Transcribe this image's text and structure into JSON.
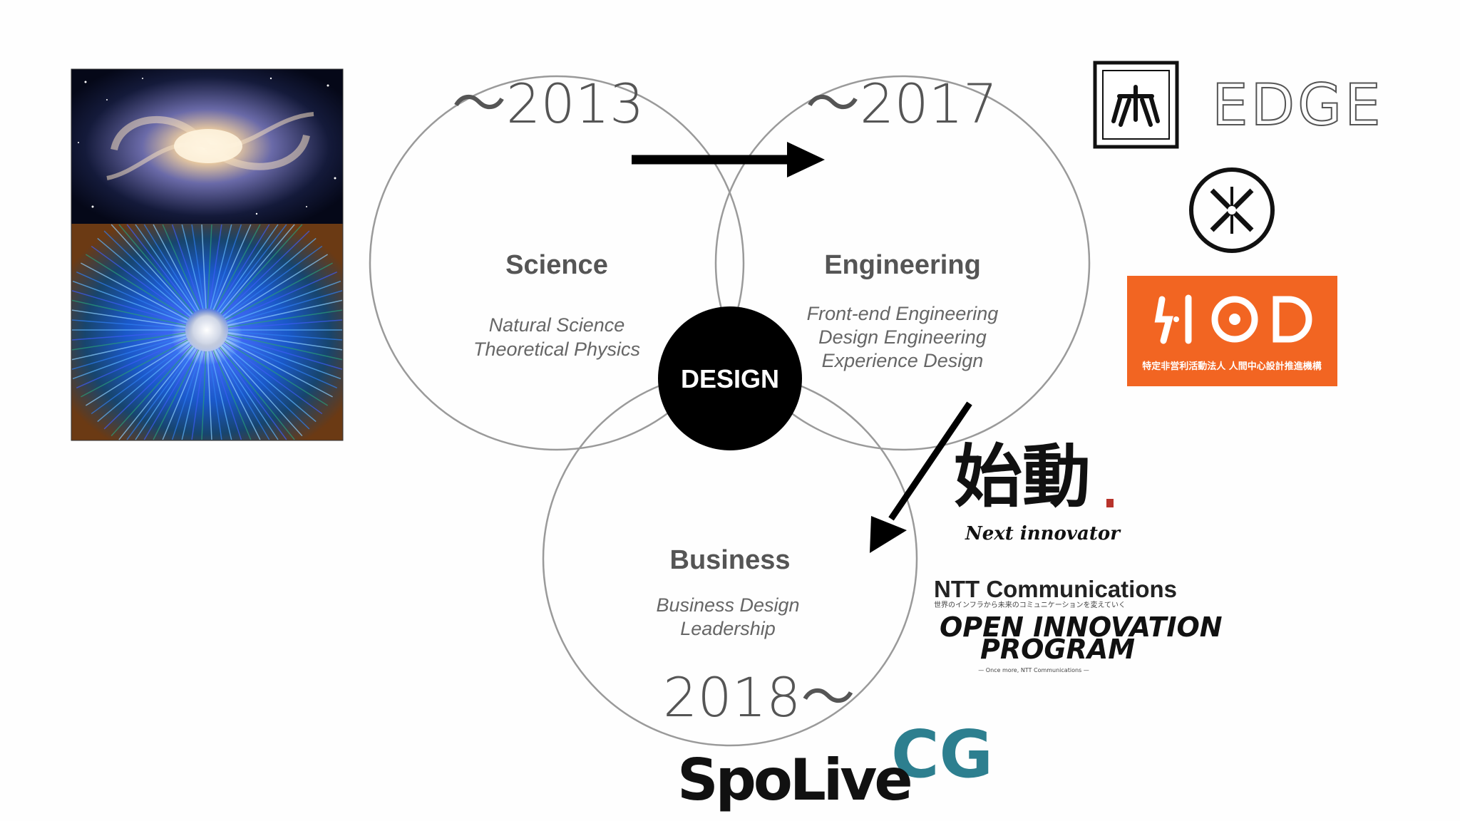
{
  "circles": {
    "science": {
      "year": "〜2013",
      "title": "Science",
      "items": [
        "Natural Science",
        "Theoretical Physics"
      ]
    },
    "engineering": {
      "year": "〜2017",
      "title": "Engineering",
      "items": [
        "Front-end Engineering",
        "Design Engineering",
        "Experience Design"
      ]
    },
    "business": {
      "year": "2018〜",
      "title": "Business",
      "items": [
        "Business Design",
        "Leadership"
      ]
    }
  },
  "center": {
    "label": "DESIGN"
  },
  "logos": {
    "edge": {
      "text": "EDGE",
      "color": "#555555"
    },
    "hcd": {
      "text": "特定非営利活動法人 人間中心設計推進機構",
      "color": "#f26522"
    },
    "shido": {
      "kanji": "始動",
      "subtitle": "Next innovator"
    },
    "ntt": {
      "title": "NTT Communications",
      "tagline": "世界のインフラから未来のコミュニケーションを変えていく",
      "program_line1": "OPEN INNOVATION",
      "program_line2": "PROGRAM",
      "footer": "— Once more, NTT Communications —"
    },
    "cg": {
      "text": "CG",
      "color": "#2d7f8f"
    },
    "spolive": {
      "text": "SpoLive"
    }
  }
}
